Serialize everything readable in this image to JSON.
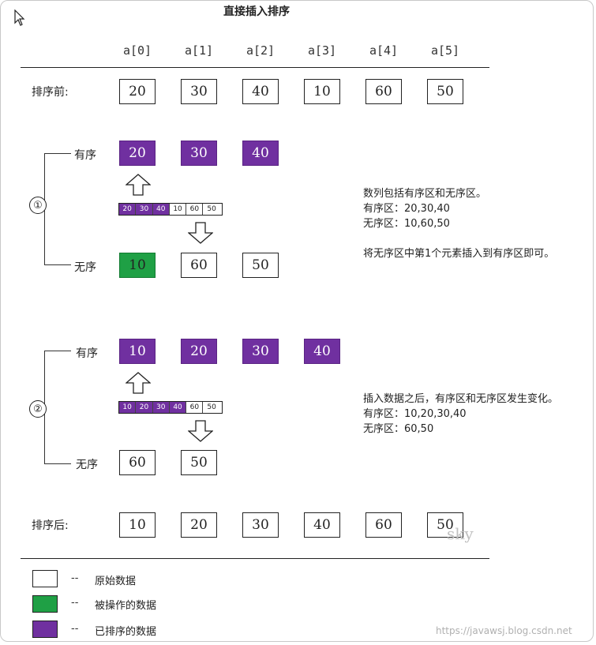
{
  "title": "直接插入排序",
  "indices": [
    "a[0]",
    "a[1]",
    "a[2]",
    "a[3]",
    "a[4]",
    "a[5]"
  ],
  "before": {
    "label": "排序前:",
    "values": [
      "20",
      "30",
      "40",
      "10",
      "60",
      "50"
    ]
  },
  "step1": {
    "marker": "①",
    "ordered_label": "有序",
    "unordered_label": "无序",
    "ordered": [
      "20",
      "30",
      "40"
    ],
    "unordered": [
      "10",
      "60",
      "50"
    ],
    "strip": [
      "20",
      "30",
      "40",
      "10",
      "60",
      "50"
    ],
    "strip_sorted_count": 3,
    "notes": [
      "数列包括有序区和无序区。",
      "有序区：20,30,40",
      "无序区：10,60,50",
      "",
      "将无序区中第1个元素插入到有序区即可。"
    ]
  },
  "step2": {
    "marker": "②",
    "ordered_label": "有序",
    "unordered_label": "无序",
    "ordered": [
      "10",
      "20",
      "30",
      "40"
    ],
    "unordered": [
      "60",
      "50"
    ],
    "strip": [
      "10",
      "20",
      "30",
      "40",
      "60",
      "50"
    ],
    "strip_sorted_count": 4,
    "notes": [
      "插入数据之后，有序区和无序区发生变化。",
      "有序区：10,20,30,40",
      "无序区：60,50"
    ]
  },
  "after": {
    "label": "排序后:",
    "values": [
      "10",
      "20",
      "30",
      "40",
      "60",
      "50"
    ]
  },
  "legend": [
    {
      "dash": "--",
      "label": "原始数据",
      "color": "#ffffff"
    },
    {
      "dash": "--",
      "label": "被操作的数据",
      "color": "#1fa045"
    },
    {
      "dash": "--",
      "label": "已排序的数据",
      "color": "#7030a0"
    }
  ],
  "watermark": "https://javawsj.blog.csdn.net",
  "signature": "sky",
  "colors": {
    "sorted": "#7030a0",
    "operated": "#1fa045",
    "original": "#ffffff"
  }
}
